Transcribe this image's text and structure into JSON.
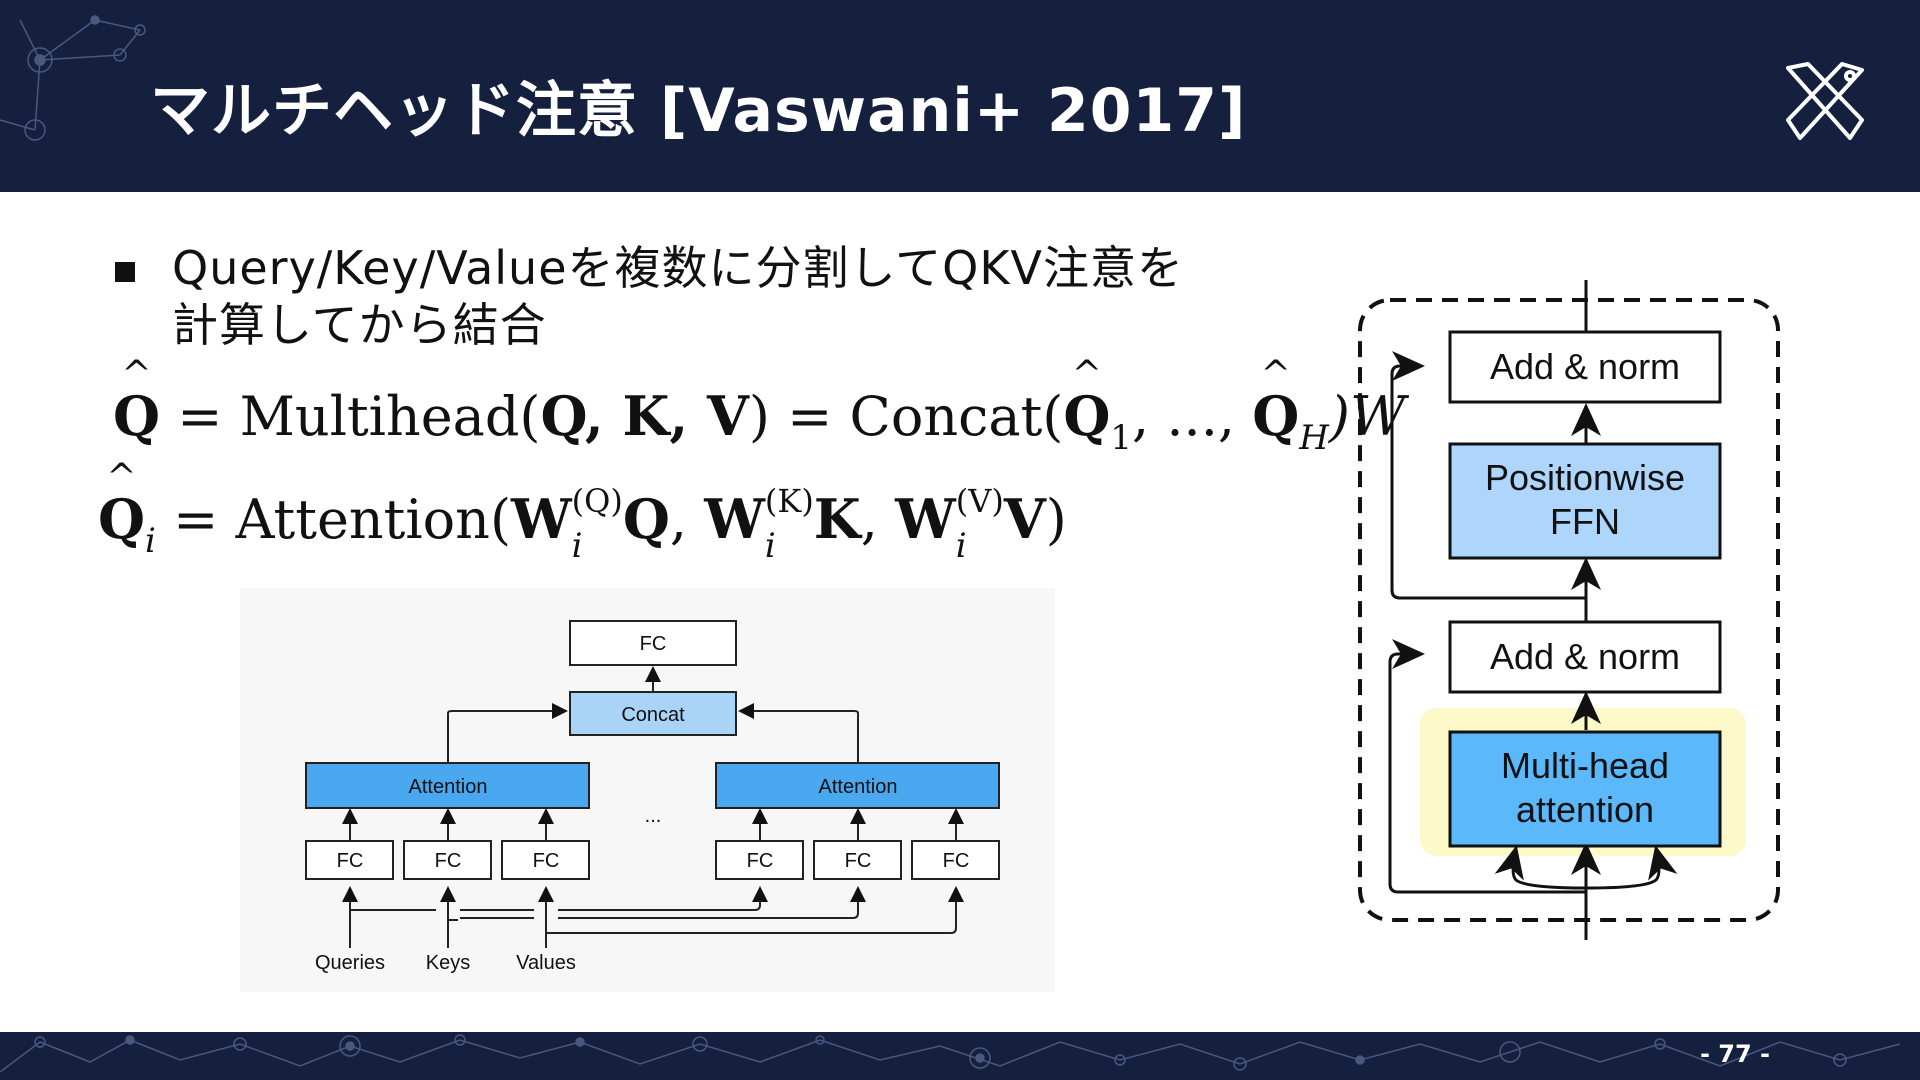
{
  "slide": {
    "title": "マルチヘッド注意 [Vaswani+ 2017]",
    "page_number": "- 77 -"
  },
  "bullet": {
    "text_line1": "Query/Key/Valueを複数に分割してQKV注意を",
    "text_line2": "計算してから結合"
  },
  "equations": {
    "eq1": {
      "lhs": "Q",
      "eq": " = Multihead(",
      "args": "Q, K, V",
      "mid": ") = Concat(",
      "q1": "Q",
      "sub1": "1",
      "dots": ", ..., ",
      "qh": "Q",
      "subh": "H",
      "end": ")W"
    },
    "eq2": {
      "lhs": "Q",
      "sub": "i",
      "eq": " = Attention(",
      "w": "W",
      "sup_q": "(Q)",
      "sup_k": "(K)",
      "sup_v": "(V)",
      "sub_i": "i",
      "q": "Q",
      "k": "K",
      "v": "V",
      "close": ")"
    }
  },
  "left_diagram": {
    "top_fc": "FC",
    "concat": "Concat",
    "attention_left": "Attention",
    "attention_right": "Attention",
    "ellipsis": "...",
    "fc": "FC",
    "queries": "Queries",
    "keys": "Keys",
    "values": "Values",
    "colors": {
      "attention": "#4aa8f0",
      "concat": "#a9d3f7",
      "box": "#ffffff"
    }
  },
  "right_diagram": {
    "add_norm_top": "Add & norm",
    "ffn_line1": "Positionwise",
    "ffn_line2": "FFN",
    "add_norm_bottom": "Add & norm",
    "mha_line1": "Multi-head",
    "mha_line2": "attention",
    "colors": {
      "ffn": "#aed5fb",
      "mha": "#5ab8fb",
      "highlight": "#fdf9c8"
    }
  },
  "colors": {
    "header": "#15203f",
    "footer": "#15203f"
  }
}
